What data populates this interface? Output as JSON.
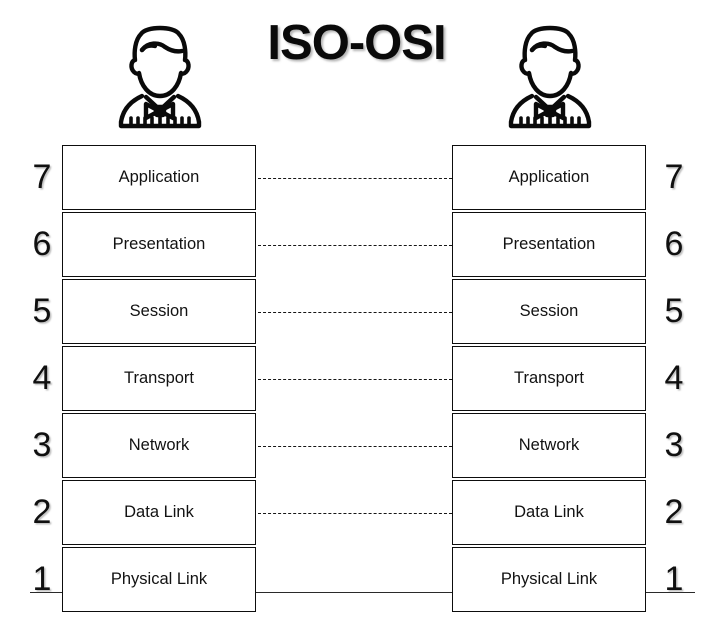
{
  "diagram": {
    "title": "ISO-OSI",
    "background_color": "#ffffff",
    "line_color": "#0d0d0d",
    "text_color": "#121212"
  },
  "endpoints": [
    {
      "id": "left-host",
      "icon": "person-bowtie-icon"
    },
    {
      "id": "right-host",
      "icon": "person-bowtie-icon"
    }
  ],
  "layers": [
    {
      "number": "7",
      "name": "Application",
      "connector": "dashed"
    },
    {
      "number": "6",
      "name": "Presentation",
      "connector": "dashed"
    },
    {
      "number": "5",
      "name": "Session",
      "connector": "dashed"
    },
    {
      "number": "4",
      "name": "Transport",
      "connector": "dashed"
    },
    {
      "number": "3",
      "name": "Network",
      "connector": "dashed"
    },
    {
      "number": "2",
      "name": "Data Link",
      "connector": "dashed"
    },
    {
      "number": "1",
      "name": "Physical Link",
      "connector": "solid"
    }
  ],
  "left_stack": {
    "layer_names": [
      "Application",
      "Presentation",
      "Session",
      "Transport",
      "Network",
      "Data Link",
      "Physical Link"
    ],
    "layer_numbers": [
      "7",
      "6",
      "5",
      "4",
      "3",
      "2",
      "1"
    ]
  },
  "right_stack": {
    "layer_names": [
      "Application",
      "Presentation",
      "Session",
      "Transport",
      "Network",
      "Data Link",
      "Physical Link"
    ],
    "layer_numbers": [
      "7",
      "6",
      "5",
      "4",
      "3",
      "2",
      "1"
    ]
  }
}
